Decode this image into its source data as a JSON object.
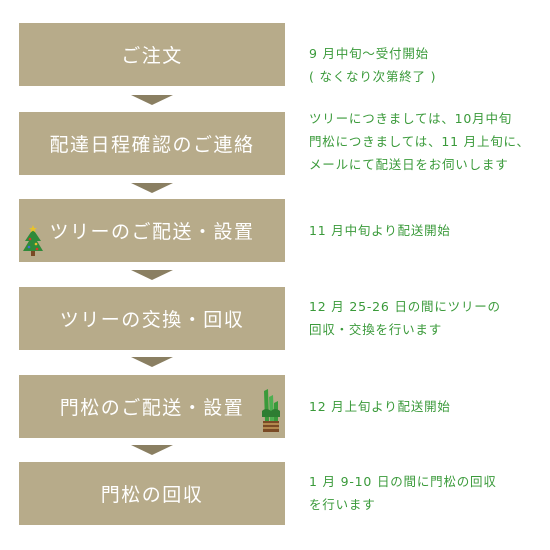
{
  "steps": [
    {
      "label": "ご注文",
      "note": [
        "9 月中旬〜受付開始",
        "( なくなり次第終了 )"
      ]
    },
    {
      "label": "配達日程確認のご連絡",
      "note": [
        "ツリーにつきましては、10月中旬",
        "門松につきましては、11 月上旬に、",
        "メールにて配送日をお伺いします"
      ]
    },
    {
      "label": "ツリーのご配送・設置",
      "note": [
        "11 月中旬より配送開始"
      ]
    },
    {
      "label": "ツリーの交換・回収",
      "note": [
        "12 月 25-26 日の間にツリーの",
        "回収・交換を行います"
      ]
    },
    {
      "label": "門松のご配送・設置",
      "note": [
        "12 月上旬より配送開始"
      ]
    },
    {
      "label": "門松の回収",
      "note": [
        "1 月 9-10 日の間に門松の回収",
        "を行います"
      ]
    }
  ],
  "colors": {
    "box": "#b7ab8a",
    "arrow": "#8a7f62",
    "note_text": "#3a9a3a",
    "box_text": "#ffffff"
  },
  "icons": {
    "tree": "christmas-tree-icon",
    "kadomatsu": "kadomatsu-icon"
  }
}
